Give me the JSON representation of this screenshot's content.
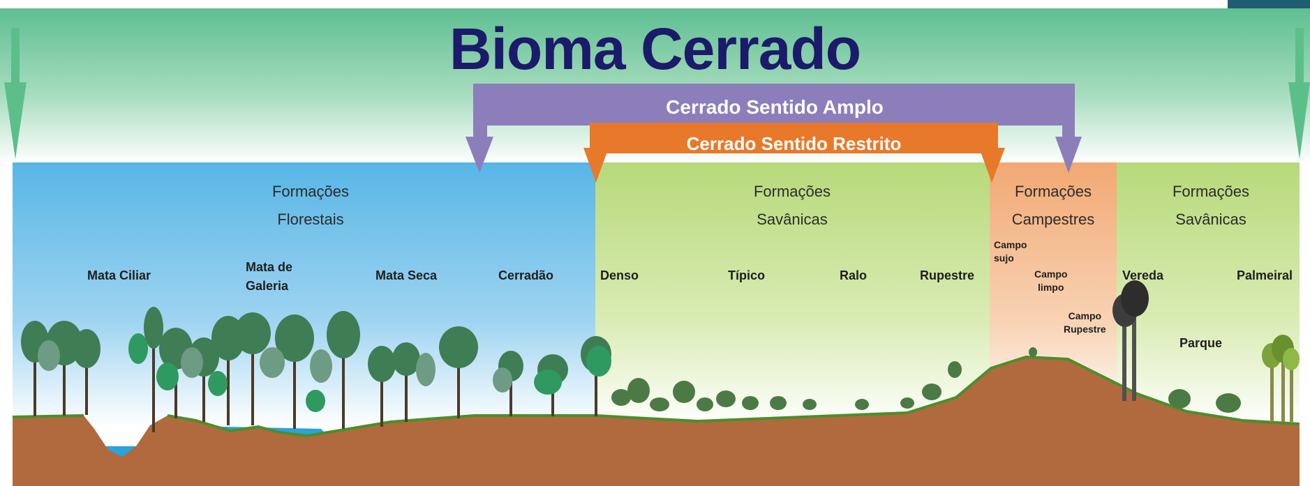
{
  "title": "Bioma Cerrado",
  "brackets": {
    "amplo": "Cerrado Sentido Amplo",
    "restrito": "Cerrado Sentido Restrito"
  },
  "groups": {
    "florestais": [
      "Formações",
      "Florestais"
    ],
    "savanicas": [
      "Formações",
      "Savânicas"
    ],
    "campestres": [
      "Formações",
      "Campestres"
    ],
    "savanicas_2": [
      "Formações",
      "Savânicas"
    ]
  },
  "types": {
    "mata_ciliar": "Mata Ciliar",
    "mata_galeria": [
      "Mata de",
      "Galeria"
    ],
    "mata_seca": "Mata Seca",
    "cerradao": "Cerradão",
    "denso": "Denso",
    "tipico": "Típico",
    "ralo": "Ralo",
    "rupestre": "Rupestre",
    "campo_sujo": [
      "Campo",
      "sujo"
    ],
    "campo_limpo": [
      "Campo",
      "limpo"
    ],
    "campo_rupestre": [
      "Campo",
      "Rupestre"
    ],
    "vereda": "Vereda",
    "palmeiral": "Palmeiral",
    "parque": "Parque"
  },
  "colors": {
    "header_green": "#6fc79b",
    "forest_blue": "#64bde9",
    "savanna_green": "#c6e18e",
    "campestre_peach": "#f4b98d",
    "amplo_purple": "#8c7ebb",
    "restrito_orange": "#e8792a",
    "soil": "#b06a3e",
    "water": "#2aa2da"
  }
}
